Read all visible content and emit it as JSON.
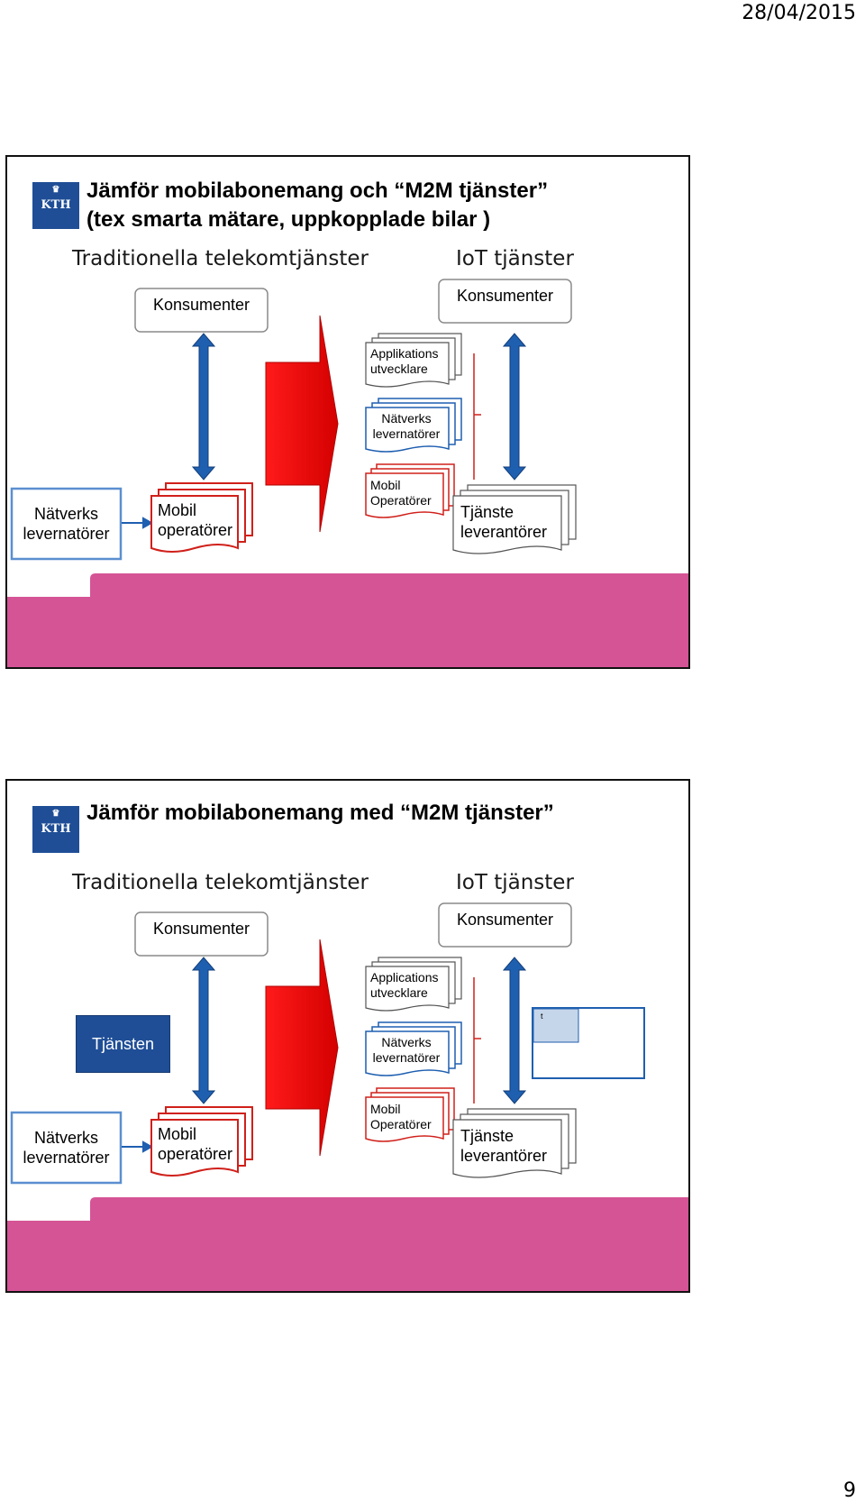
{
  "header_date": "28/04/2015",
  "page_number": "9",
  "slide1": {
    "title_line1": "Jämför mobilabonemang och “M2M tjänster”",
    "title_line2": "(tex smarta mätare, uppkopplade bilar )",
    "left_heading": "Traditionella telekomtjänster",
    "right_heading": "IoT tjänster",
    "left_konsumenter": "Konsumenter",
    "right_konsumenter": "Konsumenter",
    "app_line1": "Applikations",
    "app_line2": "utvecklare",
    "natverks_right_line1": "Nätverks",
    "natverks_right_line2": "levernatörer",
    "natverks_left_line1": "Nätverks",
    "natverks_left_line2": "levernatörer",
    "mobil_left_line1": "Mobil",
    "mobil_left_line2": "operatörer",
    "mobil_right_line1": "Mobil",
    "mobil_right_line2": "Operatörer",
    "tjanste_line1": "Tjänste",
    "tjanste_line2": "leverantörer"
  },
  "slide2": {
    "title_line1": "Jämför mobilabonemang med “M2M tjänster”",
    "left_heading": "Traditionella telekomtjänster",
    "right_heading": "IoT tjänster",
    "left_konsumenter": "Konsumenter",
    "right_konsumenter": "Konsumenter",
    "app_line1": "Applications",
    "app_line2": "utvecklare",
    "tjansten": "Tjänsten",
    "small_tag": "t",
    "natverks_right_line1": "Nätverks",
    "natverks_right_line2": "levernatörer",
    "natverks_left_line1": "Nätverks",
    "natverks_left_line2": "levernatörer",
    "mobil_left_line1": "Mobil",
    "mobil_left_line2": "operatörer",
    "mobil_right_line1": "Mobil",
    "mobil_right_line2": "Operatörer",
    "tjanste_line1": "Tjänste",
    "tjanste_line2": "leverantörer"
  },
  "colors": {
    "kth_blue": "#1f4e96",
    "arrow_blue": "#1f5fb0",
    "red_arrow": "#ff0000",
    "doc_red": "#d0201a",
    "doc_blue": "#1f5fb0",
    "footer_pink": "#d55495",
    "light_blue_fill": "#c6d6ea"
  },
  "icons": {
    "logo": "kth-logo-icon"
  }
}
